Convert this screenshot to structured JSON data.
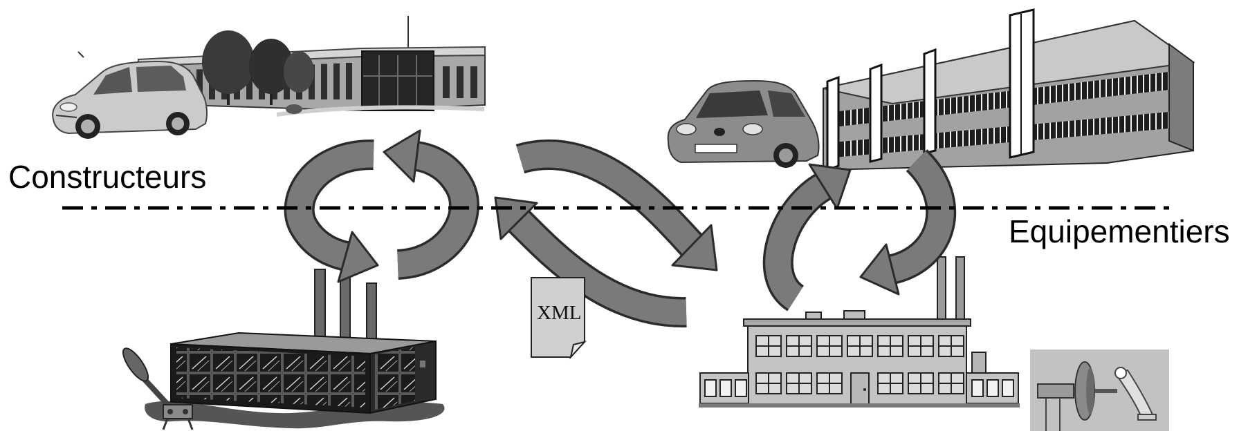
{
  "labels": {
    "constructeurs": "Constructeurs",
    "equipementiers": "Equipementiers"
  },
  "xml_document": {
    "label": "XML"
  },
  "colors": {
    "arrow_fill": "#7a7a7a",
    "arrow_outline": "#2b2b2b",
    "separator_line": "#000000"
  }
}
